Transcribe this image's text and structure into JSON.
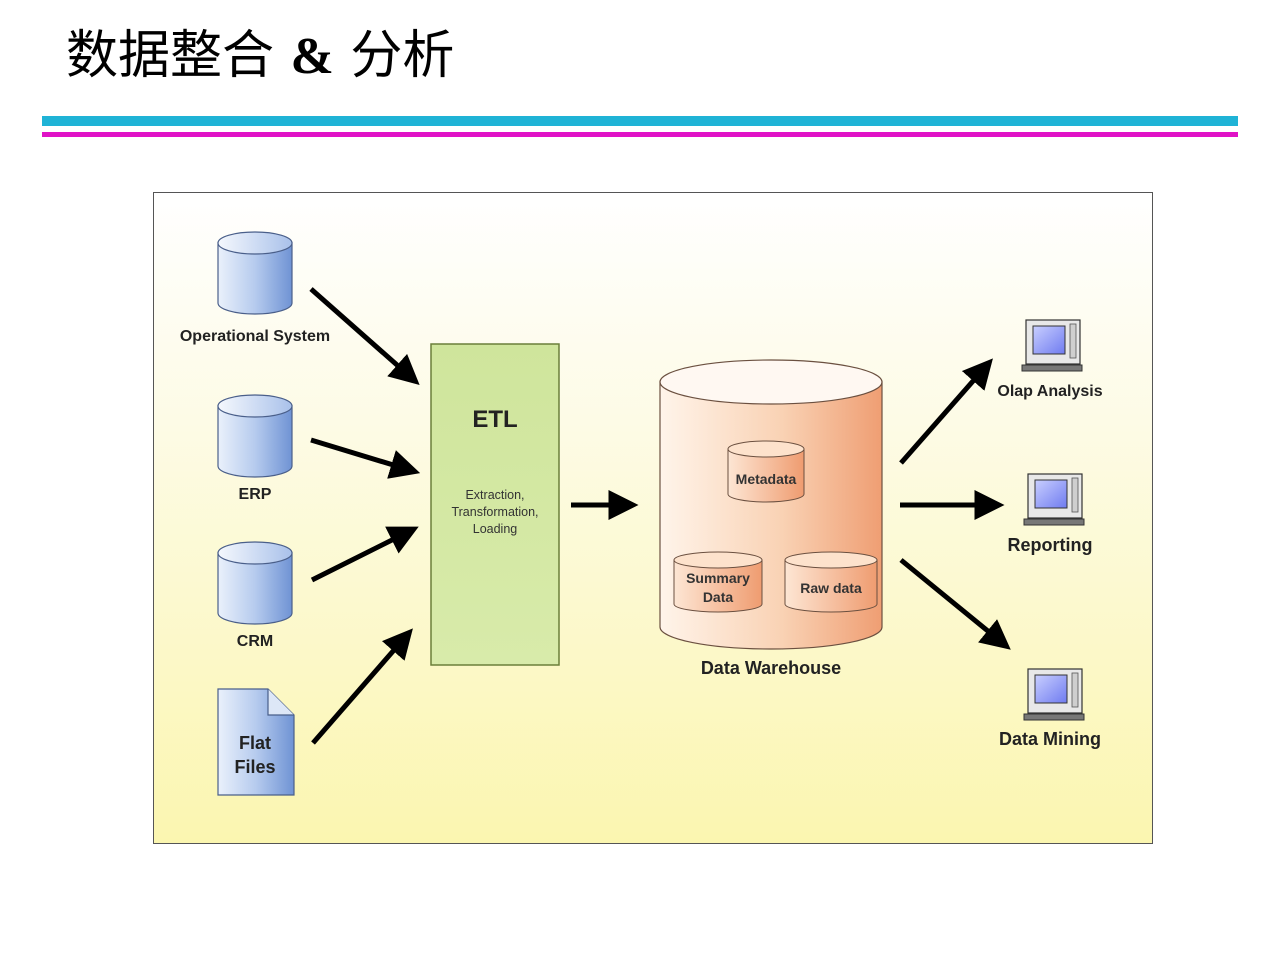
{
  "slide": {
    "title_cn": "数据整合",
    "title_amp": "&",
    "title_cn2": "分析"
  },
  "diagram": {
    "sources": [
      "Operational System",
      "ERP",
      "CRM"
    ],
    "flat_files": [
      "Flat",
      "Files"
    ],
    "etl": {
      "title": "ETL",
      "desc": [
        "Extraction,",
        "Transformation,",
        "Loading"
      ]
    },
    "warehouse": {
      "label": "Data Warehouse",
      "metadata": "Metadata",
      "summary": [
        "Summary",
        "Data"
      ],
      "raw": "Raw data"
    },
    "outputs": [
      "Olap Analysis",
      "Reporting",
      "Data Mining"
    ],
    "colors": {
      "cylinder_blue": "#8fb0e0",
      "etl_green": "#d3e8a0",
      "warehouse_peach": "#f5b48a",
      "arrow": "#000000",
      "rule_cyan": "#1fb3d6",
      "rule_magenta": "#e012c6"
    }
  }
}
